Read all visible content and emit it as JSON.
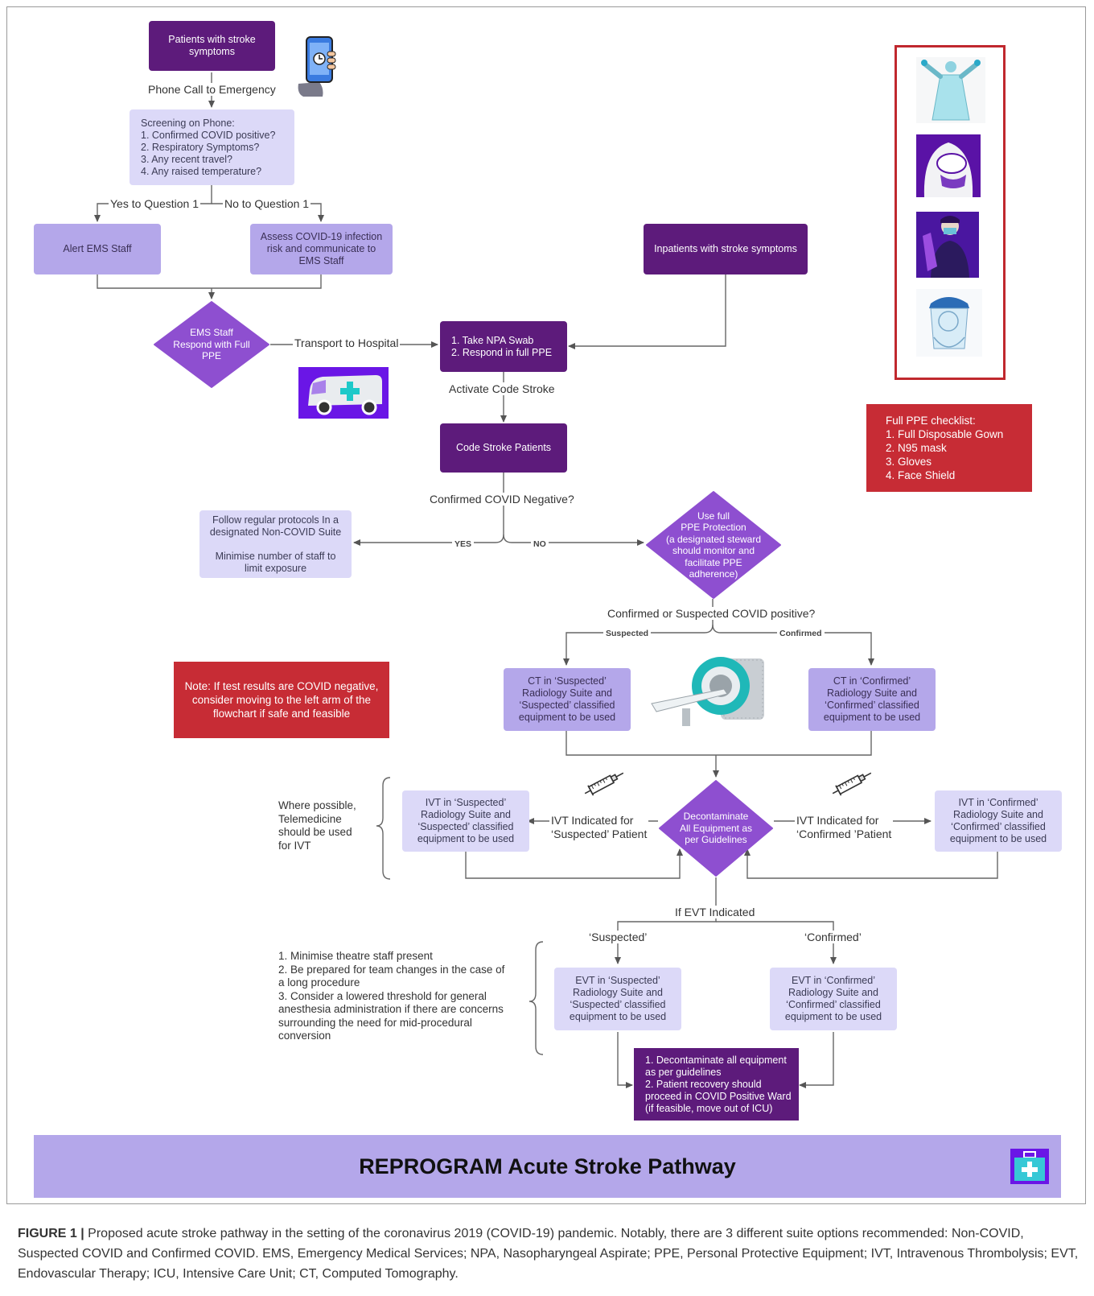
{
  "nodes": {
    "patients_stroke": "Patients with stroke\nsymptoms",
    "screening": "Screening on Phone:\n1. Confirmed COVID positive?\n2. Respiratory Symptoms?\n3. Any recent travel?\n4. Any raised temperature?",
    "alert_ems": "Alert EMS Staff",
    "assess_covid": "Assess COVID-19 infection\nrisk and communicate to\nEMS Staff",
    "inpatients": "Inpatients with stroke symptoms",
    "ems_respond": "EMS Staff\nRespond with Full\nPPE",
    "npa_swab": "1. Take NPA Swab\n2. Respond in full PPE",
    "code_stroke": "Code Stroke Patients",
    "follow_regular": "Follow regular protocols In a\ndesignated Non-COVID Suite\n\nMinimise number of staff to\nlimit exposure",
    "use_full_ppe": "Use full\nPPE Protection\n(a designated steward\nshould monitor and\nfacilitate PPE\nadherence)",
    "ct_suspected": "CT in ‘Suspected’\nRadiology Suite and\n‘Suspected’ classified\nequipment to be used",
    "ct_confirmed": "CT in ‘Confirmed’\nRadiology Suite and\n‘Confirmed’ classified\nequipment to be used",
    "decontaminate": "Decontaminate\nAll Equipment as\nper Guidelines",
    "ivt_suspected": "IVT in ‘Suspected’\nRadiology Suite and\n‘Suspected’ classified\nequipment to be used",
    "ivt_confirmed": "IVT in ‘Confirmed’\nRadiology Suite and\n‘Confirmed’ classified\nequipment to be used",
    "evt_suspected": "EVT in ‘Suspected’\nRadiology Suite and\n‘Suspected’ classified\nequipment to be used",
    "evt_confirmed": "EVT in ‘Confirmed’\nRadiology Suite and\n‘Confirmed’ classified\nequipment to be used",
    "final_step": "1. Decontaminate all equipment\nas per guidelines\n2. Patient recovery should\nproceed in COVID Positive Ward\n(if feasible, move out of ICU)"
  },
  "edge_labels": {
    "phone_call": "Phone Call to Emergency",
    "yes_q1": "Yes to Question 1",
    "no_q1": "No to Question 1",
    "transport": "Transport to Hospital",
    "activate": "Activate Code Stroke",
    "confirmed_negative": "Confirmed COVID Negative?",
    "yes": "YES",
    "no": "NO",
    "confirmed_or_suspected": "Confirmed or Suspected COVID positive?",
    "suspected": "Suspected",
    "confirmed": "Confirmed",
    "ivt_suspected_patient": "IVT Indicated for\n‘Suspected’ Patient",
    "ivt_confirmed_patient": "IVT Indicated for\n‘Confirmed ’Patient",
    "if_evt": "If EVT Indicated",
    "evt_suspected_branch": "‘Suspected’",
    "evt_confirmed_branch": "‘Confirmed’"
  },
  "notes": {
    "ppe_checklist": "Full PPE checklist:\n1. Full Disposable Gown\n2. N95 mask\n3. Gloves\n4. Face Shield",
    "covid_negative_note": "Note: If test results are COVID negative,\nconsider moving to the left arm of the\nflowchart if safe and feasible",
    "telemedicine": "Where possible,\nTelemedicine\nshould be used\nfor IVT",
    "theatre": "1. Minimise theatre staff present\n2. Be prepared for team changes in the case of\na long procedure\n3. Consider a lowered threshold for general\nanesthesia administration if there are concerns\nsurrounding the need for mid-procedural\nconversion"
  },
  "banner_title": "REPROGRAM Acute Stroke Pathway",
  "caption": {
    "label": "FIGURE 1 |",
    "text": " Proposed acute stroke pathway in the setting of the coronavirus 2019 (COVID-19) pandemic. Notably, there are 3 different suite options recommended: Non-COVID, Suspected COVID and Confirmed COVID. EMS, Emergency Medical Services; NPA, Nasopharyngeal Aspirate; PPE, Personal Protective Equipment; IVT, Intravenous Thrombolysis; EVT, Endovascular Therapy; ICU, Intensive Care Unit; CT, Computed Tomography."
  },
  "icons": [
    "phone-icon",
    "ambulance-icon",
    "ct-scanner-icon",
    "syringe-icon",
    "gown-icon",
    "n95-mask-icon",
    "gloves-icon",
    "face-shield-icon",
    "medical-kit-icon"
  ],
  "colors": {
    "dark_purple": "#5d1b7b",
    "lavender": "#b4a7ea",
    "pale_lavender": "#dcd9f8",
    "diamond_purple": "#8e4fd0",
    "alert_red": "#c72c35"
  }
}
